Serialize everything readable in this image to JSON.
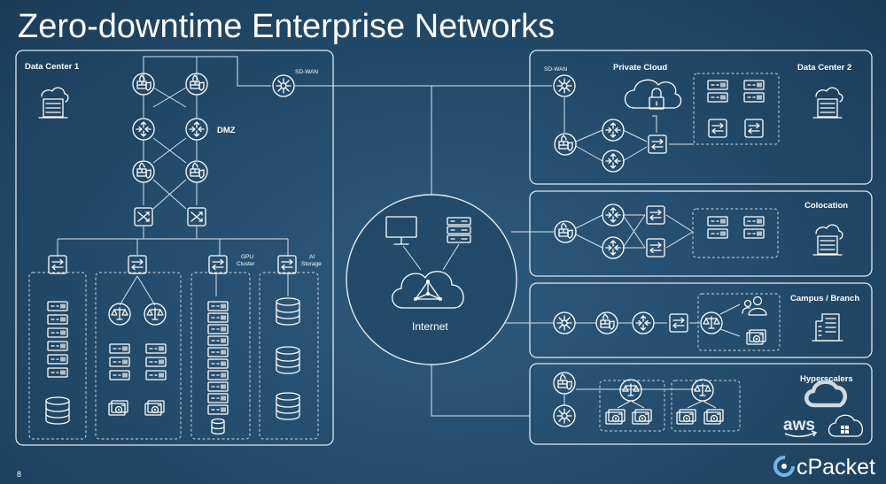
{
  "slide": {
    "title": "Zero-downtime Enterprise Networks",
    "page_number": "8",
    "brand": "cPacket"
  },
  "data_center_1": {
    "title": "Data Center 1",
    "dmz_label": "DMZ",
    "gpu_cluster_label": [
      "GPU",
      "Cluster"
    ],
    "ai_storage_label": [
      "AI",
      "Storage"
    ]
  },
  "sdwan_label": "SD-WAN",
  "internet_label": "Internet",
  "data_center_2": {
    "title": "Data Center 2",
    "private_cloud_label": "Private Cloud",
    "sdwan_label": "SD-WAN"
  },
  "colocation": {
    "title": "Colocation"
  },
  "campus_branch": {
    "title": "Campus / Branch"
  },
  "hyperscalers": {
    "title": "Hyperscalers",
    "aws_label": "aws"
  },
  "colors": {
    "background": "#234a69",
    "line": "#dfe8ef",
    "accent": "#6fb6e6"
  },
  "icons": [
    "building-icon",
    "firewall-icon",
    "router-icon",
    "switch-icon",
    "load-balancer-icon",
    "server-rack-icon",
    "database-icon",
    "sdwan-icon",
    "monitor-icon",
    "cloud-icon",
    "lock-icon",
    "users-icon",
    "settings-screen-icon",
    "google-cloud-icon",
    "aws-icon",
    "azure-icon",
    "cpacket-logo-icon"
  ]
}
